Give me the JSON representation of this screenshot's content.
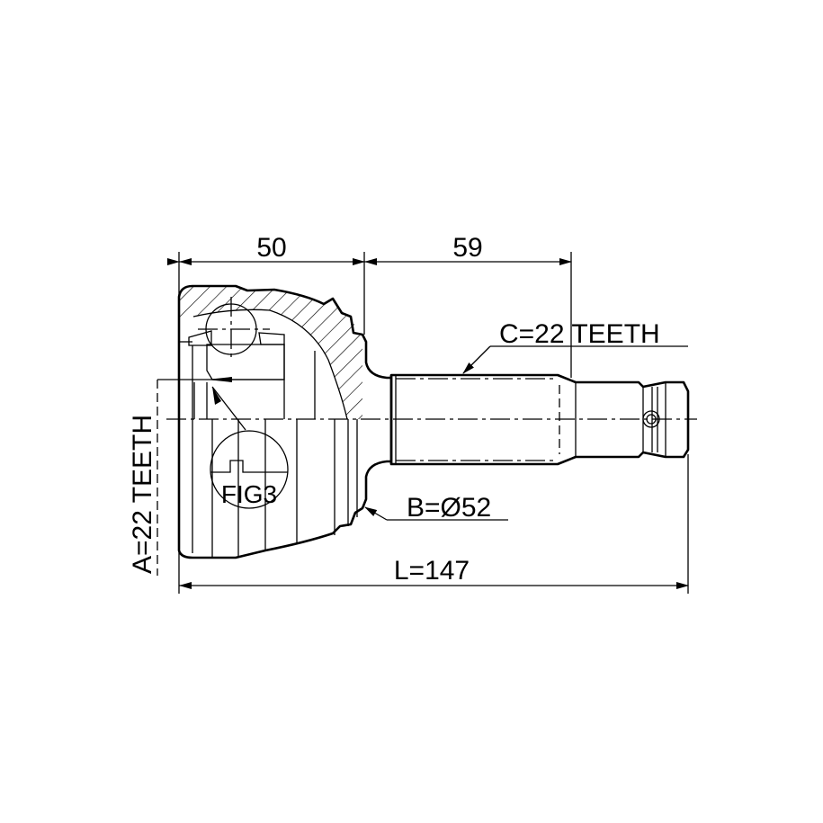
{
  "drawing": {
    "dim_inner_length": "50",
    "dim_shaft_length": "59",
    "spline_outer": "C=22 TEETH",
    "spline_inner": "A=22 TEETH",
    "outer_diameter": "B=Ø52",
    "total_length": "L=147",
    "detail_label": "FIG3"
  }
}
